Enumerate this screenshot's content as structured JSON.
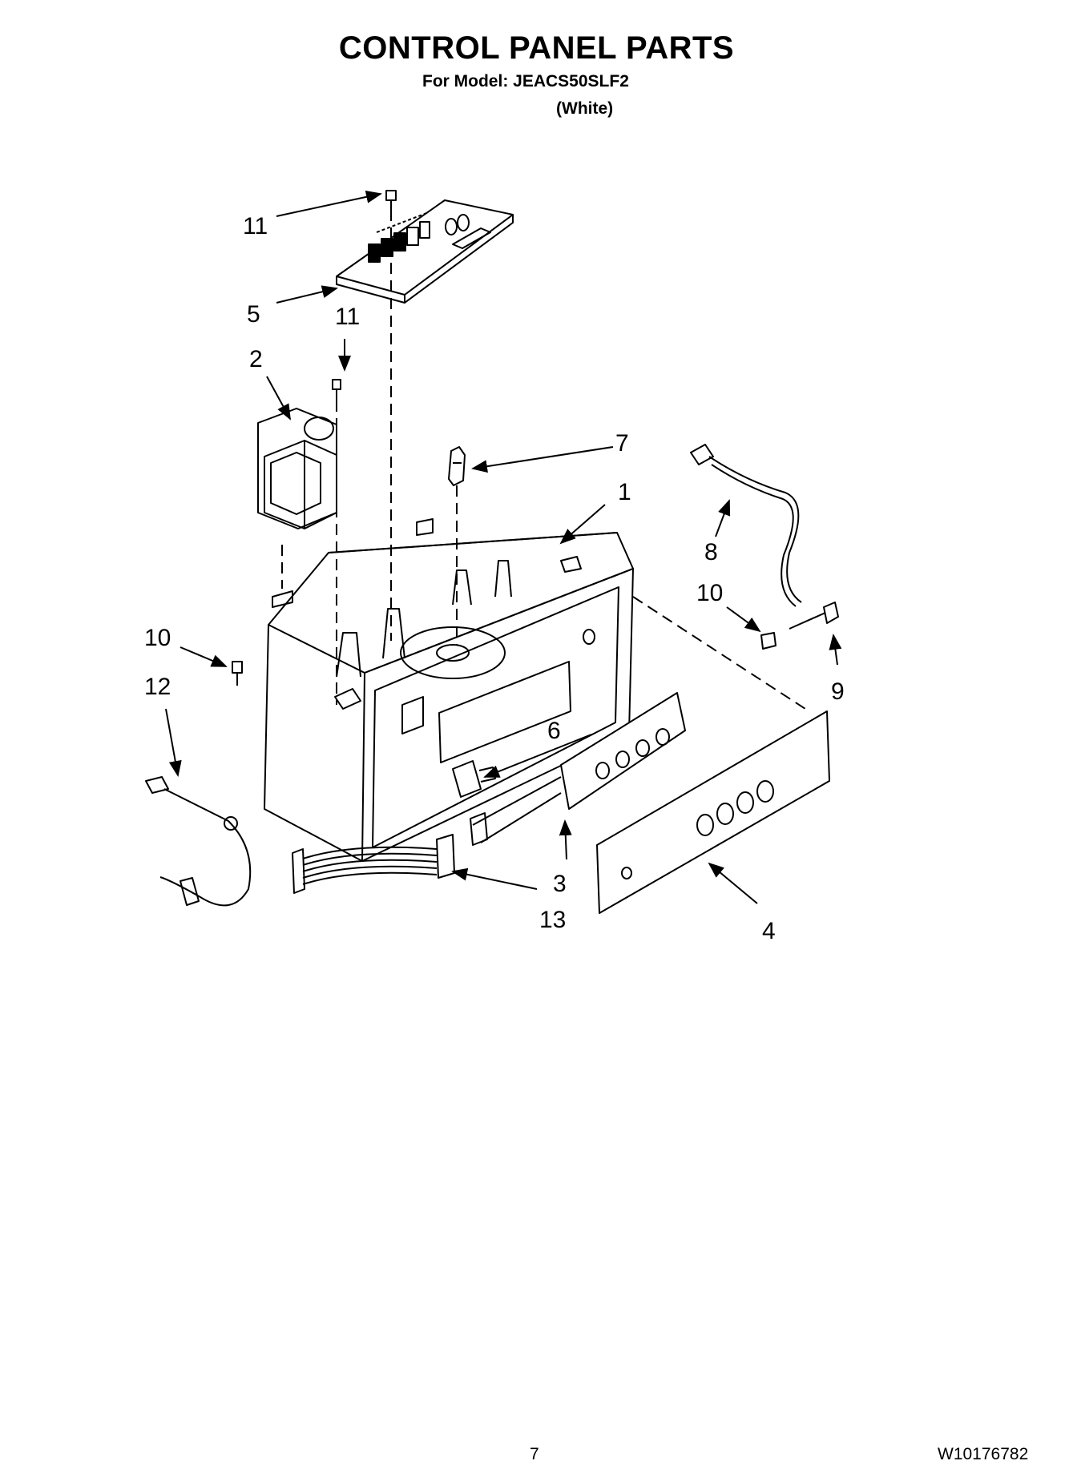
{
  "header": {
    "title": "CONTROL PANEL PARTS",
    "model_line": "For Model: JEACS50SLF2",
    "color_line": "(White)"
  },
  "callouts": [
    "11",
    "5",
    "11",
    "2",
    "7",
    "1",
    "8",
    "10",
    "10",
    "12",
    "6",
    "9",
    "3",
    "13",
    "4"
  ],
  "footer": {
    "page_number": "7",
    "document_number": "W10176782"
  }
}
